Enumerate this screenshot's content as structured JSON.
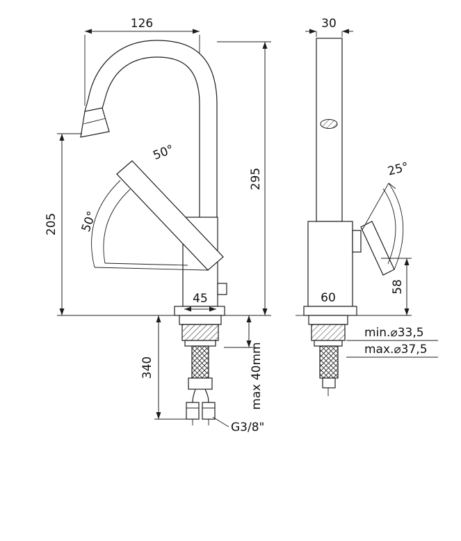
{
  "meta": {
    "ink_color": "#1c1c1c",
    "background_color": "#ffffff"
  },
  "views": {
    "front": {
      "dim_spout_reach": "126",
      "dim_total_height": "295",
      "dim_spout_height": "205",
      "dim_body_width": "45",
      "dim_under_counter": "340",
      "note_counter_thickness": "max 40mm",
      "angle_upper": "50°",
      "angle_lower": "50°",
      "label_hose_thread": "G3/8\""
    },
    "side": {
      "dim_top_width": "30",
      "dim_body_width": "60",
      "dim_handle_height": "58",
      "angle_handle": "25°",
      "note_min_hole": "min.⌀33,5",
      "note_max_hole": "max.⌀37,5"
    }
  }
}
